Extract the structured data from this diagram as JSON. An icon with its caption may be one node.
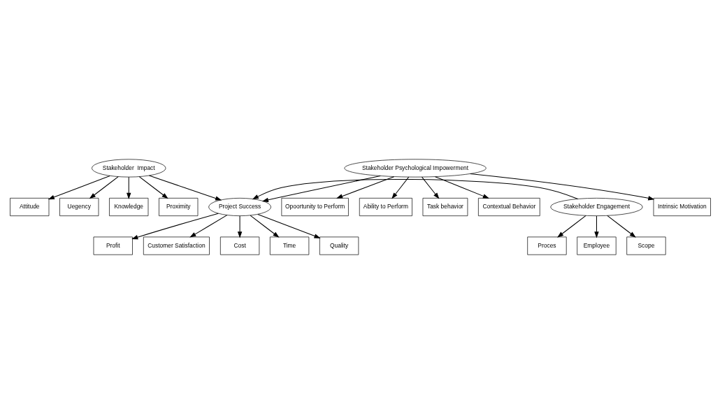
{
  "diagram": {
    "nodes": [
      {
        "text": [
          "Uegency"
        ]
      },
      {
        "text": [
          "Knowledge"
        ]
      },
      {
        "text": [
          "Proximity"
        ]
      },
      {
        "text": [
          "Attitude"
        ]
      },
      {
        "text": [
          "Stakeholder  Impact"
        ]
      },
      {
        "text": [
          "Employee"
        ]
      },
      {
        "text": [
          "Stakeholder Engagement"
        ]
      },
      {
        "text": [
          "Scope"
        ]
      },
      {
        "text": [
          "Proces"
        ]
      },
      {
        "text": [
          "Project Success"
        ]
      },
      {
        "text": [
          "Cost"
        ]
      },
      {
        "text": [
          "Time"
        ]
      },
      {
        "text": [
          "Quality"
        ]
      },
      {
        "text": [
          "Profit"
        ]
      },
      {
        "text": [
          "Customer Satisfaction"
        ]
      },
      {
        "text": [
          "Stakeholder Psychological Impowerment"
        ]
      },
      {
        "text": [
          "Intrinsic Motivation"
        ]
      },
      {
        "text": [
          "Opoortunity to Perform"
        ]
      },
      {
        "text": [
          "Ability to Perform"
        ]
      },
      {
        "text": [
          "Task behavior"
        ]
      },
      {
        "text": [
          "Contextual Behavior"
        ]
      }
    ],
    "edges": [
      {
        "from": 4,
        "to": 0,
        "arrow": "to"
      },
      {
        "from": 4,
        "to": 1,
        "arrow": "to"
      },
      {
        "from": 4,
        "to": 2,
        "arrow": "to"
      },
      {
        "from": 4,
        "to": 3,
        "arrow": "to"
      },
      {
        "from": 6,
        "to": 5,
        "arrow": "to"
      },
      {
        "from": 6,
        "to": 7,
        "arrow": "to"
      },
      {
        "from": 6,
        "to": 8,
        "arrow": "to"
      },
      {
        "from": 4,
        "to": 9,
        "arrow": "to"
      },
      {
        "from": 6,
        "to": 9,
        "arrow": "to"
      },
      {
        "from": 15,
        "to": 9,
        "arrow": "to"
      },
      {
        "from": 9,
        "to": 10,
        "arrow": "to"
      },
      {
        "from": 9,
        "to": 11,
        "arrow": "to"
      },
      {
        "from": 9,
        "to": 12,
        "arrow": "to"
      },
      {
        "from": 9,
        "to": 13,
        "arrow": "to"
      },
      {
        "from": 9,
        "to": 14,
        "arrow": "to"
      },
      {
        "from": 15,
        "to": 16,
        "arrow": "to"
      },
      {
        "from": 15,
        "to": 17,
        "arrow": "to"
      },
      {
        "from": 15,
        "to": 18,
        "arrow": "to"
      },
      {
        "from": 15,
        "to": 19,
        "arrow": "to"
      },
      {
        "from": 15,
        "to": 20,
        "arrow": "to"
      }
    ]
  }
}
